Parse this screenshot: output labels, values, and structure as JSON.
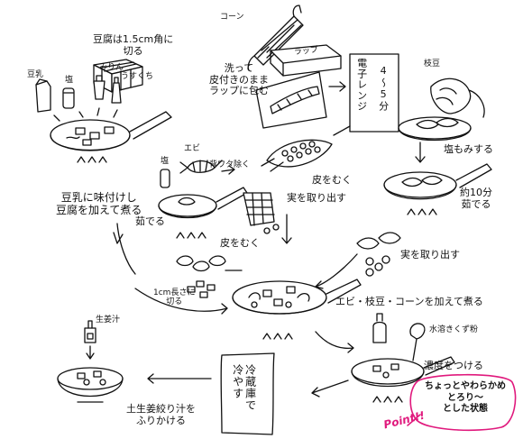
{
  "labels": {
    "corn": "コーン",
    "wrap": "ラップ",
    "tofu_cut": "豆腐は1.5cm角に\n切る",
    "soy_milk": "豆乳",
    "salt_1": "塩",
    "mirin": "みりん",
    "light_soy": "うすくち",
    "wash_wrap": "洗って\n皮付きのまま\nラップに包む",
    "microwave": "電子レンジ",
    "microwave_time": "4〜5分",
    "edamame": "枝豆",
    "salt_rub": "塩もみする",
    "shrimp": "エビ",
    "salt_2": "塩",
    "devein": "背ワタ除く",
    "peel_husk": "皮をむく",
    "take_kernels": "実を取り出す",
    "boil_10": "約10分\n茹でる",
    "season_soy": "豆乳に味付けし\n豆腐を加えて煮る",
    "boil_shrimp": "茹でる",
    "peel_shrimp": "皮をむく",
    "take_beans": "実を取り出す",
    "cut_1cm": "1cm長さに\n切る",
    "add_all": "エビ・枝豆・コーンを加えて煮る",
    "ginger_juice_label": "生姜汁",
    "kuzu": "水溶きくず粉",
    "thicken": "濃度をつける",
    "chill": "冷蔵庫で\n冷やす",
    "pour_ginger": "土生姜絞り汁を\nふりかける",
    "callout": "ちょっとやわらかめ\nとろり〜\nとした状態",
    "point": "Point!!"
  },
  "colors": {
    "ink": "#111111",
    "accent": "#e0197d",
    "callout_border": "#e0197d"
  }
}
